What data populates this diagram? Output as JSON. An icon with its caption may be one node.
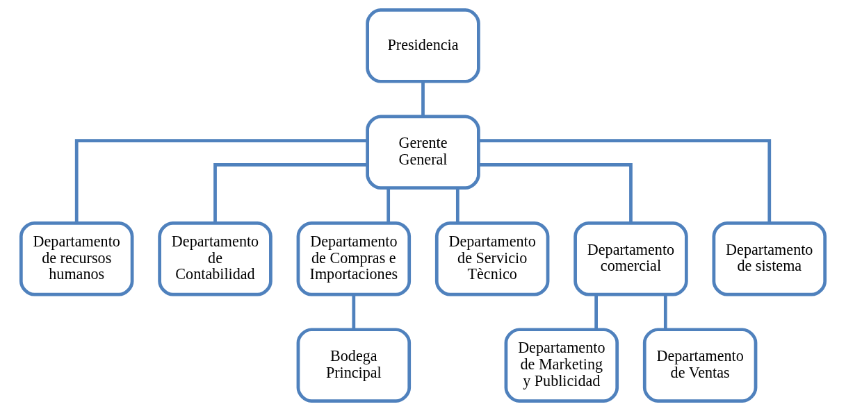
{
  "diagram": {
    "nodes": [
      {
        "text": [
          "Presidencia"
        ]
      },
      {
        "text": [
          "Gerente General"
        ]
      },
      {
        "text": [
          "Departamento de recursos humanos"
        ]
      },
      {
        "text": [
          "Departamento de Contabilidad"
        ]
      },
      {
        "text": [
          "Departamento de Compras e Importaciones"
        ]
      },
      {
        "text": [
          "Departamento de Servicio Tècnico"
        ]
      },
      {
        "text": [
          "Departamento comercial"
        ]
      },
      {
        "text": [
          "Departamento de sistema"
        ]
      },
      {
        "text": [
          "Bodega Principal"
        ]
      },
      {
        "text": [
          "Departamento de Marketing y Publicidad"
        ]
      },
      {
        "text": [
          "Departamento de Ventas"
        ]
      }
    ],
    "edges": [
      {
        "from": 0,
        "to": 1,
        "arrow": "none"
      },
      {
        "from": 1,
        "to": 2,
        "arrow": "none"
      },
      {
        "from": 1,
        "to": 3,
        "arrow": "none"
      },
      {
        "from": 1,
        "to": 4,
        "arrow": "none"
      },
      {
        "from": 1,
        "to": 5,
        "arrow": "none"
      },
      {
        "from": 1,
        "to": 6,
        "arrow": "none"
      },
      {
        "from": 1,
        "to": 7,
        "arrow": "none"
      },
      {
        "from": 4,
        "to": 8,
        "arrow": "none"
      },
      {
        "from": 6,
        "to": 9,
        "arrow": "none"
      },
      {
        "from": 6,
        "to": 10,
        "arrow": "none"
      }
    ]
  }
}
